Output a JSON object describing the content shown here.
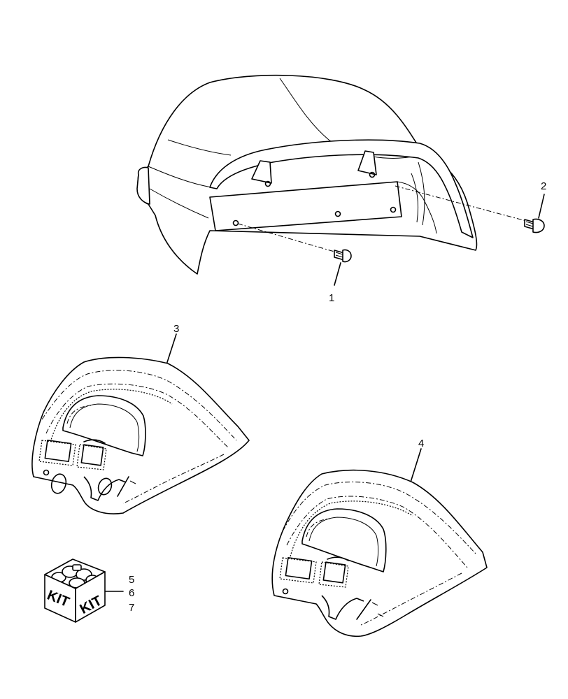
{
  "callouts": [
    {
      "id": "1",
      "label": "1"
    },
    {
      "id": "2",
      "label": "2"
    },
    {
      "id": "3",
      "label": "3"
    },
    {
      "id": "4",
      "label": "4"
    },
    {
      "id": "5",
      "label": "5"
    },
    {
      "id": "6",
      "label": "6"
    },
    {
      "id": "7",
      "label": "7"
    }
  ],
  "kit": {
    "left_label": "KIT",
    "right_label": "KIT"
  }
}
